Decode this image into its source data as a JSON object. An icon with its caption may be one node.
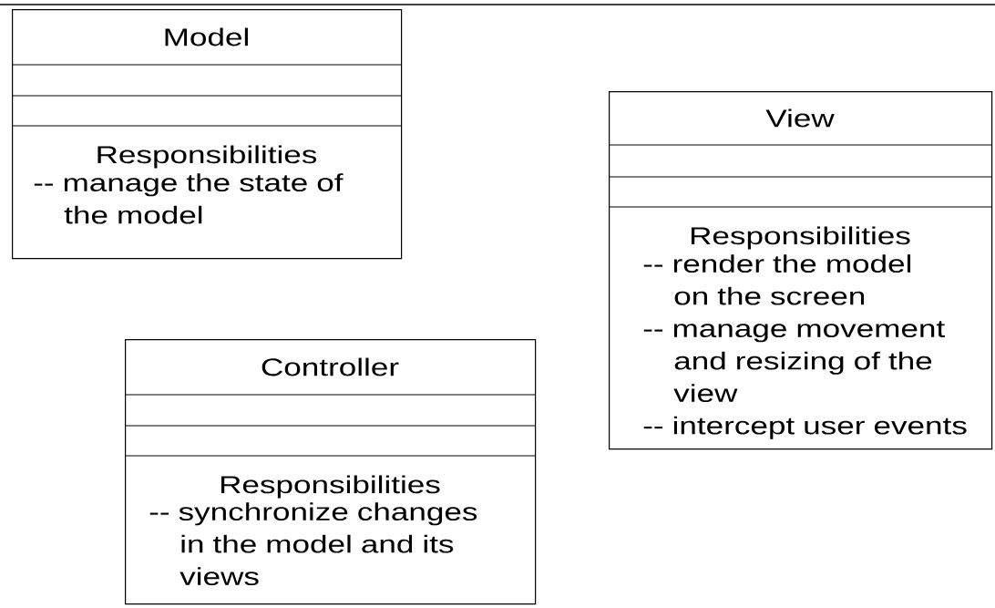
{
  "diagram": {
    "nodes": [
      {
        "text": [
          "Model",
          "Responsibilities",
          "-- manage the state of the model"
        ]
      },
      {
        "text": [
          "View",
          "Responsibilities",
          "-- render the model on the screen",
          "-- manage movement and resizing of the view",
          "-- intercept user events"
        ]
      },
      {
        "text": [
          "Controller",
          "Responsibilities",
          "-- synchronize changes in the model and its views"
        ]
      }
    ]
  }
}
